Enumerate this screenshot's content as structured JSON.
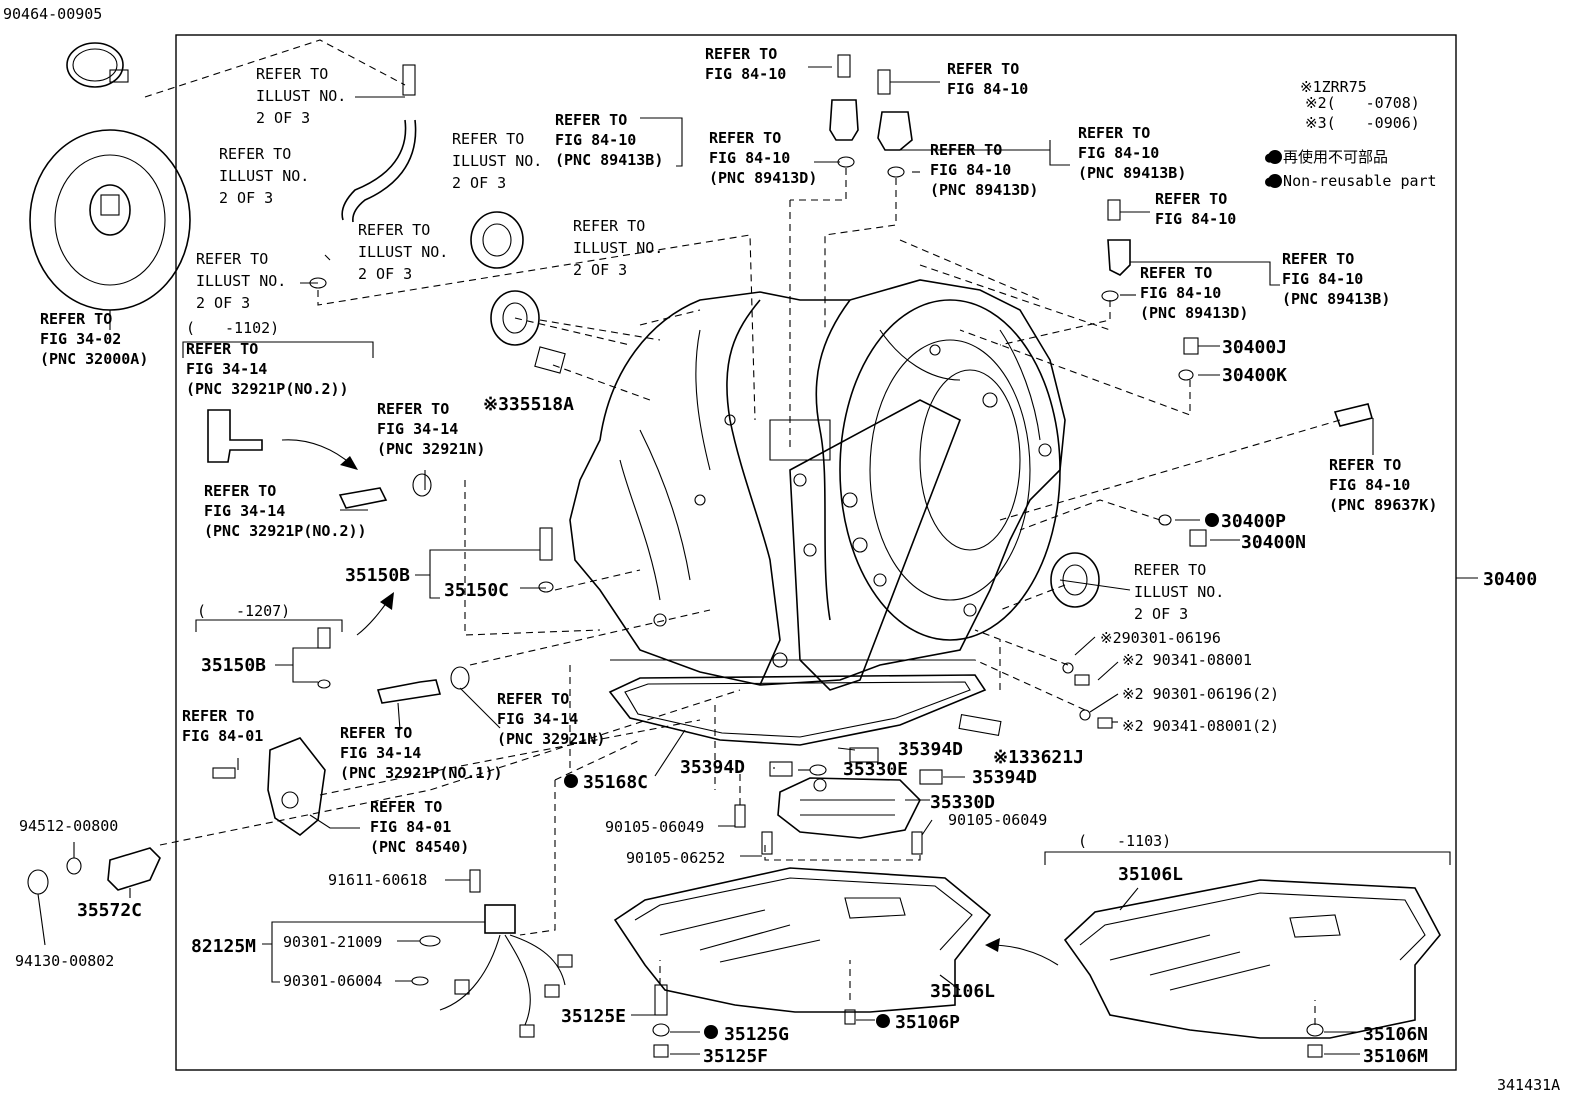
{
  "diagram": {
    "figure_code": "341431A",
    "legend": {
      "variant_notes": [
        "※1ZRR75",
        "※2(　　-0708)",
        "※3(　　-0906)"
      ],
      "non_reusable_jp": "● 再使用不可部品",
      "non_reusable_en": "● Non-reusable part"
    },
    "refs": {
      "r_ill_top": [
        "REFER TO",
        "ILLUST NO.",
        "2 OF 3"
      ],
      "r_ill_hose": [
        "REFER TO",
        "ILLUST NO.",
        "2 OF 3"
      ],
      "r_ill_left": [
        "REFER TO",
        "ILLUST NO.",
        "2 OF 3"
      ],
      "r_ill_fitting": [
        "REFER TO",
        "ILLUST NO.",
        "2 OF 3"
      ],
      "r_ill_seal": [
        "REFER TO",
        "ILLUST NO.",
        "2 OF 3"
      ],
      "r_ill_mid": [
        "REFER TO",
        "ILLUST NO.",
        "2 OF 3"
      ],
      "r_ill_right": [
        "REFER TO",
        "ILLUST NO.",
        "2 OF 3"
      ],
      "r_fig3402": [
        "REFER TO",
        "FIG 34-02",
        "(PNC 32000A)"
      ],
      "r_fig3414_box": [
        "REFER TO",
        "FIG 34-14",
        "(PNC 32921P(NO.2))"
      ],
      "r_fig3414_n": [
        "REFER TO",
        "FIG 34-14",
        "(PNC 32921N)"
      ],
      "r_fig3414_p2": [
        "REFER TO",
        "FIG 34-14",
        "(PNC 32921P(NO.2))"
      ],
      "r_fig3414_n2": [
        "REFER TO",
        "FIG 34-14",
        "(PNC 32921N)"
      ],
      "r_fig3414_p1": [
        "REFER TO",
        "FIG 34-14",
        "(PNC 32921P(NO.1))"
      ],
      "r_fig8401_bolt": [
        "REFER TO",
        "FIG 84-01"
      ],
      "r_fig8401_sw": [
        "REFER TO",
        "FIG 84-01",
        "(PNC 84540)"
      ],
      "r_8410_a": [
        "REFER TO",
        "FIG 84-10"
      ],
      "r_8410_b": [
        "REFER TO",
        "FIG 84-10",
        "(PNC 89413B)"
      ],
      "r_8410_c": [
        "REFER TO",
        "FIG 84-10",
        "(PNC 89413D)"
      ],
      "r_8410_d": [
        "REFER TO",
        "FIG 84-10"
      ],
      "r_8410_e": [
        "REFER TO",
        "FIG 84-10",
        "(PNC 89413D)"
      ],
      "r_8410_f": [
        "REFER TO",
        "FIG 84-10",
        "(PNC 89413B)"
      ],
      "r_8410_g": [
        "REFER TO",
        "FIG 84-10"
      ],
      "r_8410_h": [
        "REFER TO",
        "FIG 84-10",
        "(PNC 89413D)"
      ],
      "r_8410_i": [
        "REFER TO",
        "FIG 84-10",
        "(PNC 89413B)"
      ],
      "r_8410_k": [
        "REFER TO",
        "FIG 84-10",
        "(PNC 89637K)"
      ]
    },
    "date_ranges": {
      "box_1102": "(　　-1102)",
      "box_1207": "(　　-1207)",
      "box_1103": "(　　-1103)"
    },
    "parts": {
      "p90464": "90464-00905",
      "p35518A": "※335518A",
      "p35150B_a": "35150B",
      "p35150C": "35150C",
      "p35150B_b": "35150B",
      "p94512": "94512-00800",
      "p35572C": "35572C",
      "p94130": "94130-00802",
      "p91611": "91611-60618",
      "p82125M": "82125M",
      "p90301_21009": "90301-21009",
      "p90301_06004": "90301-06004",
      "p35168C": "35168C",
      "p35394D_a": "35394D",
      "p35394D_b": "35394D",
      "p35394D_c": "35394D",
      "p35330E": "35330E",
      "p35330D": "35330D",
      "p90105_a": "90105-06049",
      "p90105_b": "90105-06049",
      "p90105_06252": "90105-06252",
      "p33621J": "※133621J",
      "p35106L_a": "35106L",
      "p35106L_b": "35106L",
      "p35125E": "35125E",
      "p35125G": "35125G",
      "p35125F": "35125F",
      "p35106P": "35106P",
      "p35106N": "35106N",
      "p35106M": "35106M",
      "p30400J": "30400J",
      "p30400K": "30400K",
      "p30400P": "30400P",
      "p30400N": "30400N",
      "p30400": "30400",
      "p90301_06196": "※290301-06196",
      "p90341_08001": "※2 90341-08001",
      "p90301_06196_2": "※2 90301-06196(2)",
      "p90341_08001_2": "※2 90341-08001(2)"
    }
  }
}
